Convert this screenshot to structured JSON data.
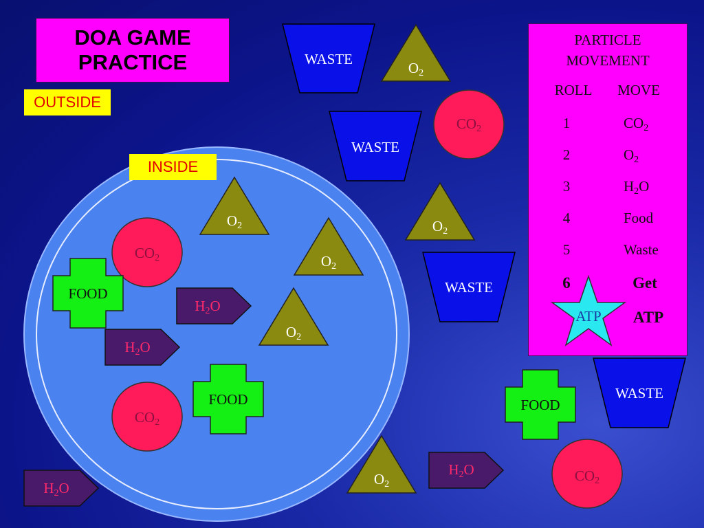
{
  "title": {
    "line1": "DOA GAME",
    "line2": "PRACTICE"
  },
  "labels": {
    "outside": "OUTSIDE",
    "inside": "INSIDE"
  },
  "colors": {
    "cell": "#4a82f0",
    "co2": "#ff1a5a",
    "o2": "#8a8a10",
    "waste": "#0a10e8",
    "food": "#14f014",
    "h2o": "#4a1a6a",
    "atp": "#2ae8f0",
    "panel": "#ff00ff",
    "tag_bg": "#ffff00",
    "tag_text": "#e00000"
  },
  "tokens": {
    "co2": {
      "main": "CO",
      "sub": "2"
    },
    "o2": {
      "main": "O",
      "sub": "2"
    },
    "h2o": {
      "pre": "H",
      "sub": "2",
      "post": "O"
    },
    "waste": "WASTE",
    "food": "FOOD",
    "atp": "ATP"
  },
  "panel": {
    "heading1": "PARTICLE",
    "heading2": "MOVEMENT",
    "col_roll": "ROLL",
    "col_move": "MOVE",
    "rows": [
      {
        "roll": "1",
        "move_main": "CO",
        "move_sub": "2",
        "move_post": ""
      },
      {
        "roll": "2",
        "move_main": "O",
        "move_sub": "2",
        "move_post": ""
      },
      {
        "roll": "3",
        "move_main": "H",
        "move_sub": "2",
        "move_post": "O"
      },
      {
        "roll": "4",
        "move_main": "Food",
        "move_sub": "",
        "move_post": ""
      },
      {
        "roll": "5",
        "move_main": "Waste",
        "move_sub": "",
        "move_post": ""
      }
    ],
    "row6_roll": "6",
    "row6_move1": "Get",
    "row6_move2": "ATP"
  }
}
